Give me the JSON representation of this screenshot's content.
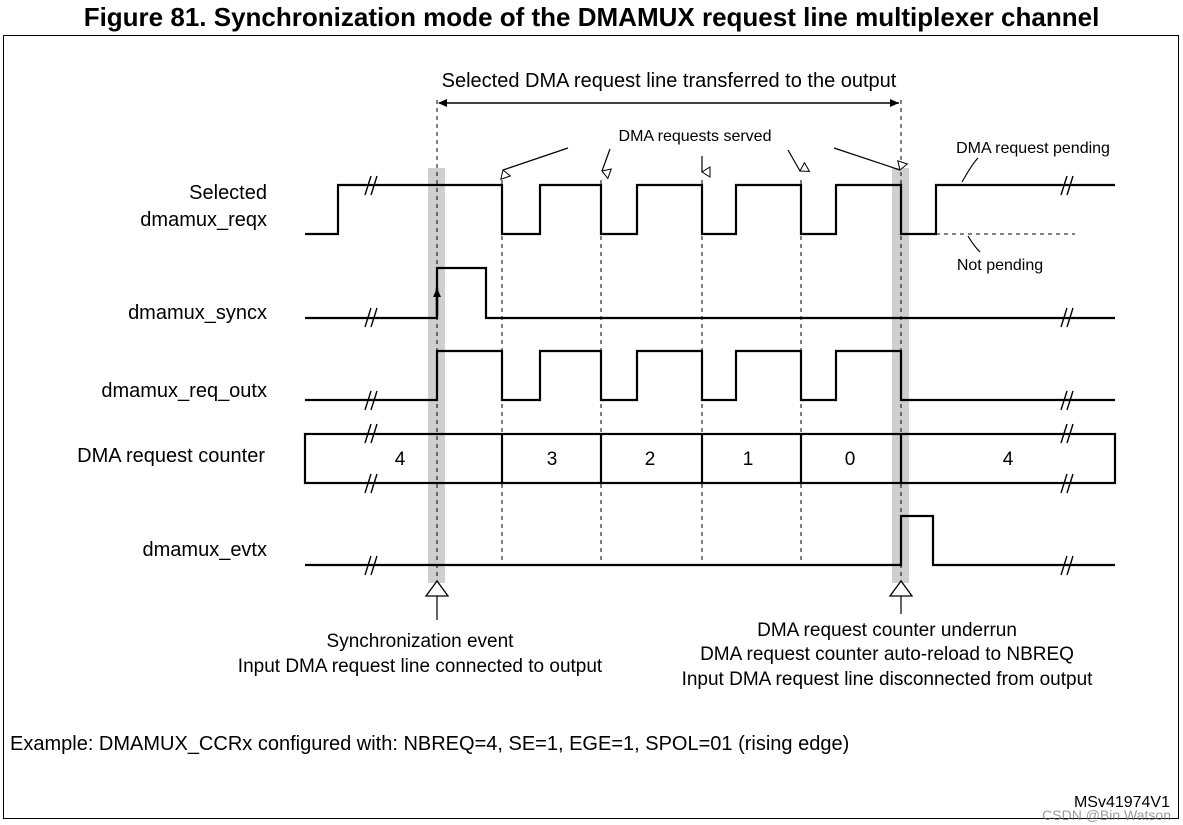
{
  "title": "Figure 81. Synchronization mode of the DMAMUX request line multiplexer channel",
  "annotations": {
    "transfer_window": "Selected DMA request line transferred to the output",
    "requests_served": "DMA requests served",
    "request_pending": "DMA request pending",
    "not_pending": "Not pending",
    "sync_event_line1": "Synchronization event",
    "sync_event_line2": "Input DMA request line connected to output",
    "underrun_line1": "DMA request counter underrun",
    "underrun_line2": "DMA request counter auto-reload to NBREQ",
    "underrun_line3": "Input DMA request line disconnected from output"
  },
  "signals": {
    "req_line1": "Selected",
    "req_line2": "dmamux_reqx",
    "sync": "dmamux_syncx",
    "req_out": "dmamux_req_outx",
    "counter": "DMA request counter",
    "evt": "dmamux_evtx"
  },
  "counter_values": [
    "4",
    "3",
    "2",
    "1",
    "0",
    "4"
  ],
  "example": "Example: DMAMUX_CCRx configured with: NBREQ=4, SE=1, EGE=1, SPOL=01 (rising edge)",
  "figure_id": "MSv41974V1",
  "watermark": "CSDN @Bin Watson"
}
